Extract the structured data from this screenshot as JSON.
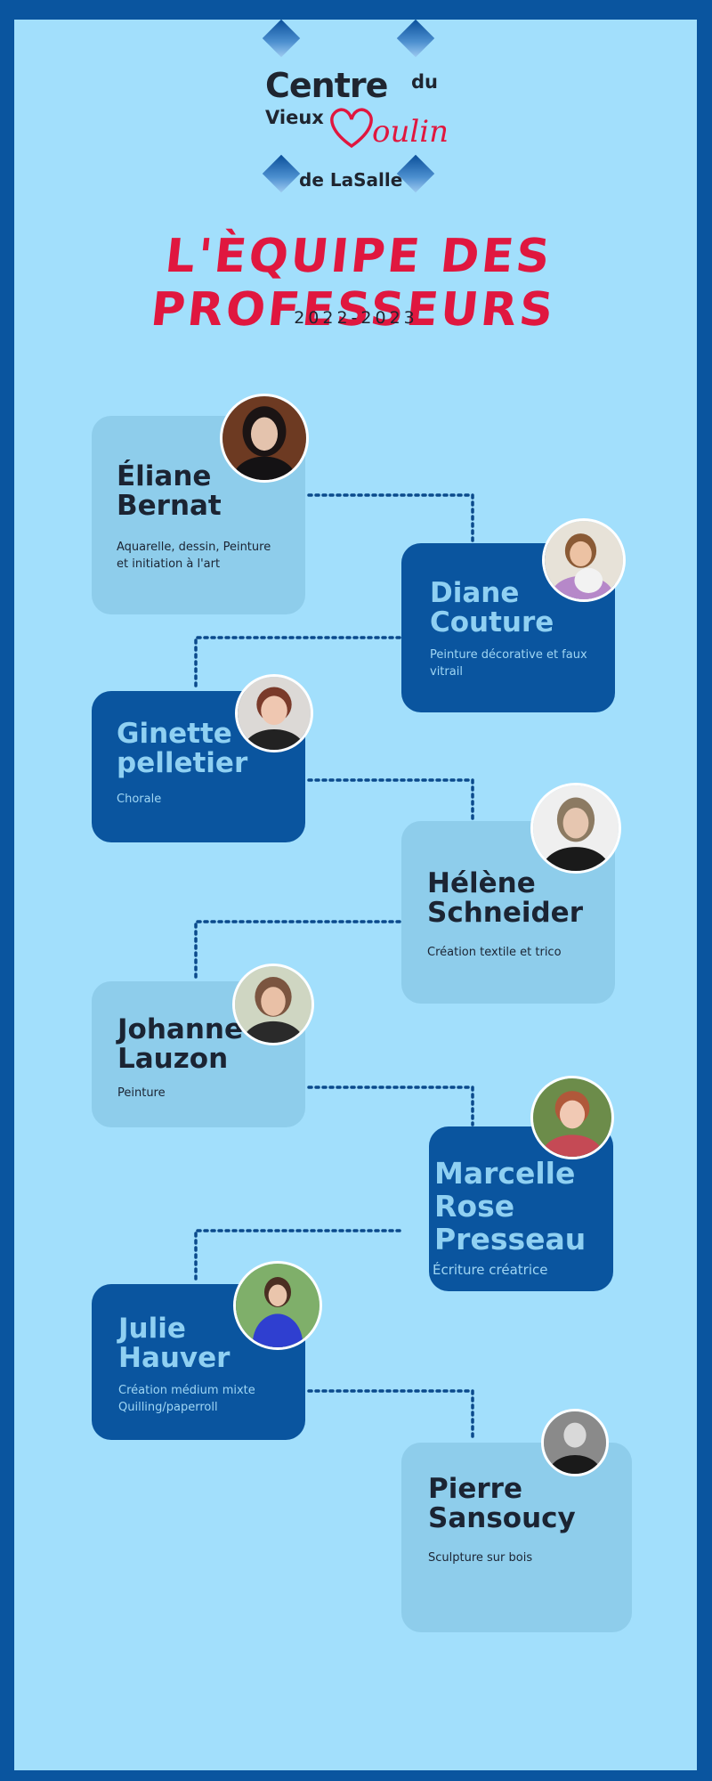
{
  "logo": {
    "line1": "Centre",
    "line1_suffix": "du",
    "line2_a": "Vieux",
    "line2_b": "oulin",
    "line3": "de LaSalle"
  },
  "header": {
    "title": "L'ÈQUIPE DES PROFESSEURS",
    "year": "2022-2023"
  },
  "colors": {
    "background": "#a2dffc",
    "border": "#0a559f",
    "accent": "#e0173f",
    "card_light": "#8ecdeb",
    "card_dark": "#0a559f"
  },
  "teachers": [
    {
      "name": "Éliane\nBernat",
      "role": "Aquarelle, dessin, Peinture\net initiation à l'art",
      "style": "light"
    },
    {
      "name": "Diane\nCouture",
      "role": "Peinture décorative et faux\nvitrail",
      "style": "dark"
    },
    {
      "name": "Ginette\npelletier",
      "role": "Chorale",
      "style": "dark"
    },
    {
      "name": "Hélène\nSchneider",
      "role": "Création textile et trico",
      "style": "light"
    },
    {
      "name": "Johanne\nLauzon",
      "role": "Peinture",
      "style": "light"
    },
    {
      "name": "Marcelle\nRose\nPresseau",
      "role": "Écriture créatrice",
      "style": "dark"
    },
    {
      "name": "Julie\nHauver",
      "role": "Création médium mixte\nQuilling/paperroll",
      "style": "dark"
    },
    {
      "name": "Pierre\nSansoucy",
      "role": "Sculpture sur bois",
      "style": "light"
    }
  ]
}
